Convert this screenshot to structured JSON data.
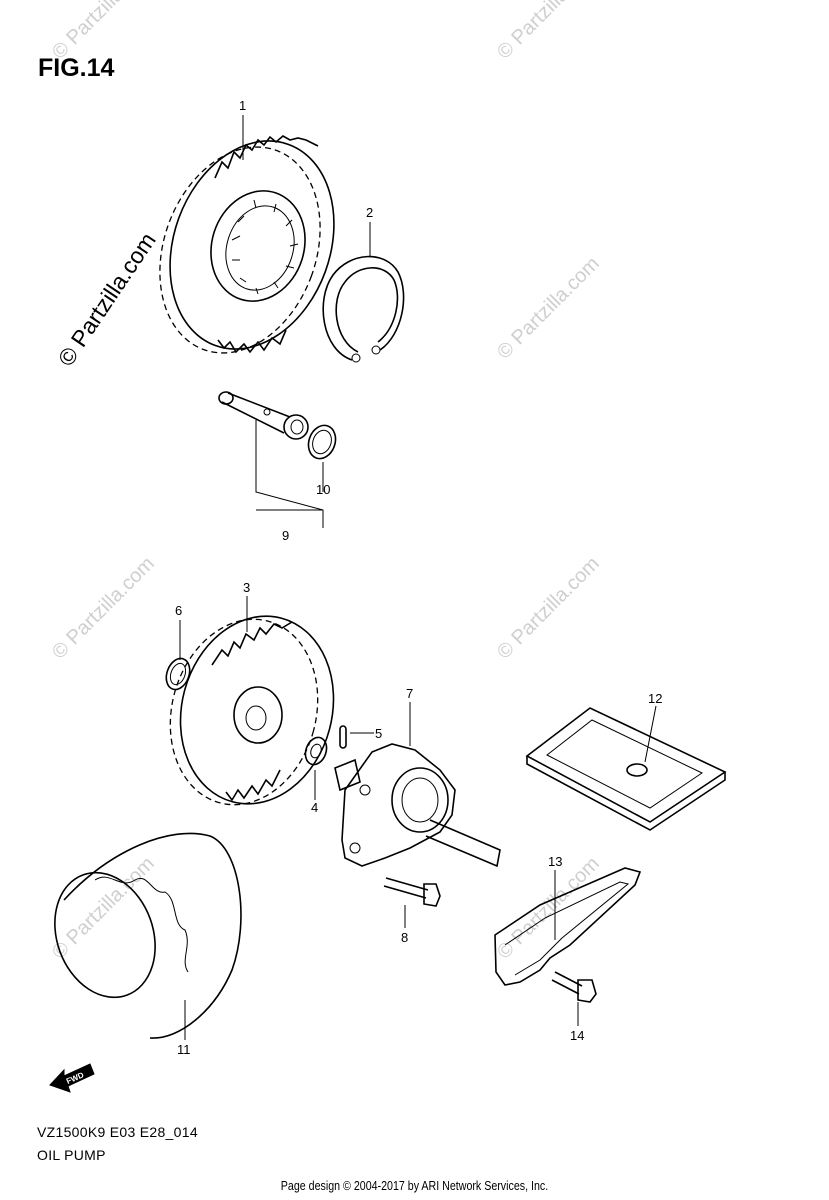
{
  "figure": {
    "title": "FIG.14",
    "model_code": "VZ1500K9 E03 E28_014",
    "section_name": "OIL PUMP",
    "copyright": "Page design © 2004-2017 by ARI Network Services, Inc."
  },
  "watermark": {
    "main_text": "© Partzilla.com",
    "faint_text": "© Partzilla.com"
  },
  "fwd_label": "FWD",
  "callouts": [
    "1",
    "2",
    "3",
    "4",
    "5",
    "6",
    "7",
    "8",
    "9",
    "10",
    "11",
    "12",
    "13",
    "14"
  ]
}
